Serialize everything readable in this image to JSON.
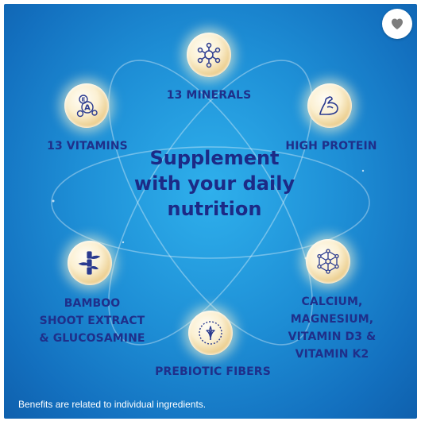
{
  "headline": {
    "line1": "Supplement",
    "line2": "with your daily",
    "line3": "nutrition"
  },
  "benefits": {
    "minerals": {
      "label": "13 MINERALS",
      "icon": "molecule-icon"
    },
    "vitamins": {
      "label": "13 VITAMINS",
      "icon": "vitamin-letters-icon"
    },
    "protein": {
      "label": "HIGH PROTEIN",
      "icon": "flexed-arm-icon"
    },
    "bamboo": {
      "line1": "BAMBOO",
      "line2": "SHOOT EXTRACT",
      "line3": "& GLUCOSAMINE",
      "icon": "bamboo-icon"
    },
    "calcium": {
      "line1": "CALCIUM,",
      "line2": "MAGNESIUM,",
      "line3": "VITAMIN D3 &",
      "line4": "VITAMIN K2",
      "icon": "hexagon-network-icon"
    },
    "fibers": {
      "label": "PREBIOTIC FIBERS",
      "icon": "leaf-sprout-icon"
    }
  },
  "footnote": "Benefits are related to individual ingredients.",
  "colors": {
    "background": "#1e8fd6",
    "label_text": "#1f2f8a",
    "node_gold": "#e9c985"
  },
  "favorite_button": {
    "icon": "heart-icon"
  }
}
